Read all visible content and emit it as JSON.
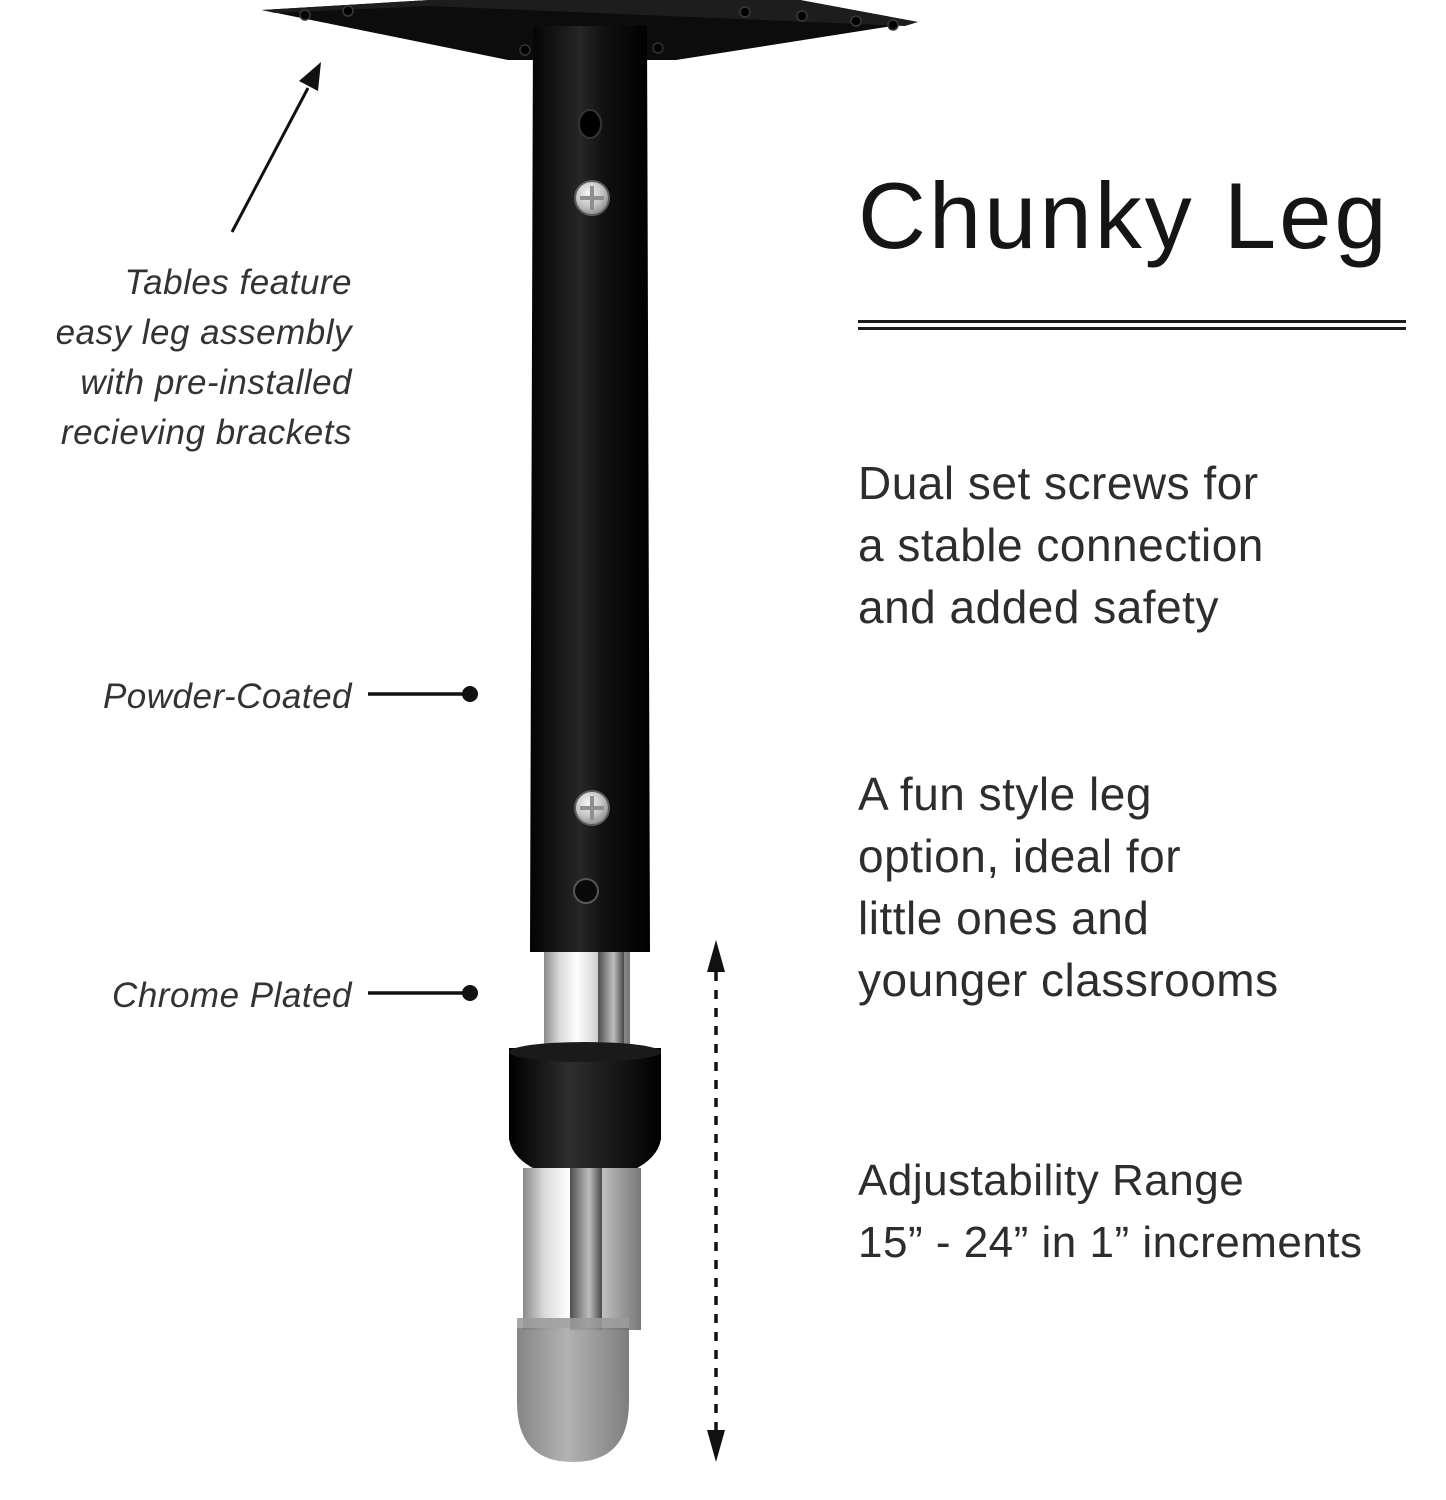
{
  "title": "Chunky Leg",
  "left_callouts": {
    "assembly_note": {
      "line1": "Tables feature",
      "line2": "easy leg assembly",
      "line3": "with pre-installed",
      "line4": "recieving brackets"
    },
    "powder_coated": "Powder-Coated",
    "chrome_plated": "Chrome Plated"
  },
  "features": {
    "dual_screws": {
      "line1": "Dual set screws for",
      "line2": "a stable connection",
      "line3": "and added safety"
    },
    "fun_style": {
      "line1": "A fun style leg",
      "line2": "option, ideal for",
      "line3": "little ones and",
      "line4": "younger classrooms"
    },
    "adjustability": {
      "line1": "Adjustability Range",
      "line2": "15” - 24” in 1” increments"
    }
  },
  "colors": {
    "leg_black": "#0d0d0d",
    "chrome_silver": "#d9d9d9",
    "foot_gray": "#8c8c8c",
    "text": "#2d2d2d"
  }
}
